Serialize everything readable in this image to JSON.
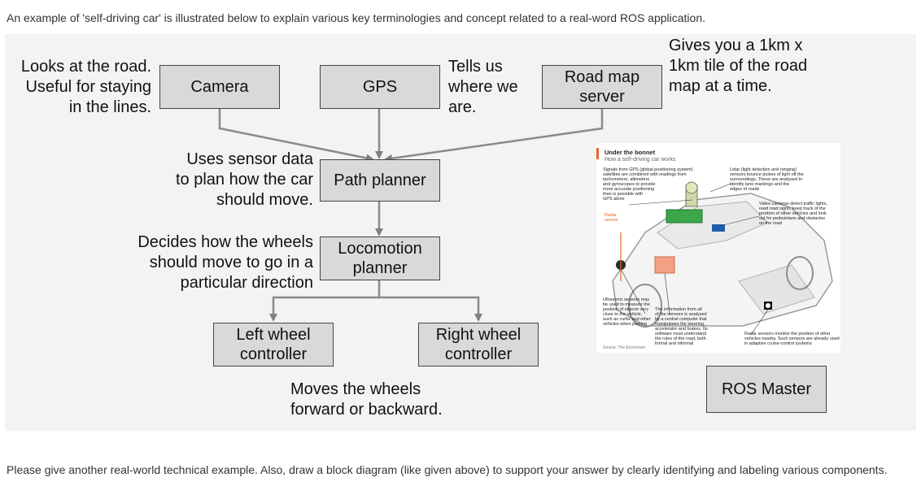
{
  "intro_text": "An example of 'self-driving car' is illustrated below to explain various key terminologies and concept related to a real-word ROS application.",
  "outro_text": "Please give another real-world technical example. Also, draw a block diagram (like given above) to support your answer by clearly identifying and labeling various components.",
  "blocks": {
    "camera": "Camera",
    "gps": "GPS",
    "road_map_line1": "Road map",
    "road_map_line2": "server",
    "path_planner": "Path planner",
    "locomotion_line1": "Locomotion",
    "locomotion_line2": "planner",
    "left_line1": "Left wheel",
    "left_line2": "controller",
    "right_line1": "Right wheel",
    "right_line2": "controller",
    "ros_master": "ROS Master"
  },
  "notes": {
    "camera": [
      "Looks at the road.",
      "Useful for staying",
      "in the lines."
    ],
    "gps": [
      "Tells us",
      "where we",
      "are."
    ],
    "road_map": [
      "Gives you a 1km x",
      "1km tile of the road",
      "map at a time."
    ],
    "path_planner": [
      "Uses sensor data",
      "to plan how the car",
      "should move."
    ],
    "locomotion": [
      "Decides how the wheels",
      "should move to go in a",
      "particular direction"
    ],
    "wheels": [
      "Moves the wheels",
      "forward or backward."
    ]
  },
  "illustration": {
    "title": "Under the bonnet",
    "subtitle": "How a self-driving car works",
    "gps_note": [
      "Signals from GPS (global positioning system)",
      "satellites are combined with readings from",
      "tachometers, altimeters",
      "and gyroscopes to provide",
      "more accurate positioning",
      "than is possible with",
      "GPS alone"
    ],
    "lidar_note": [
      "Lidar (light detection and ranging)",
      "sensors bounce pulses of light off the",
      "surroundings. These are analysed to",
      "identify lane markings and the",
      "edges of roads"
    ],
    "video_note": [
      "Video cameras detect traffic lights,",
      "read road signs, keep track of the",
      "position of other vehicles and look",
      "out for pedestrians and obstacles",
      "on the road"
    ],
    "radar_label": [
      "Radar",
      "sensor"
    ],
    "ultrasonic_note": [
      "Ultrasonic sensors may",
      "be used to measure the",
      "position of objects very",
      "close to the vehicle,",
      "such as curbs and other",
      "vehicles when parking"
    ],
    "computer_note": [
      "The information from all",
      "of the sensors is analysed",
      "by a central computer that",
      "manipulates the steering,",
      "accelerator and brakes. Its",
      "software must understand",
      "the rules of the road, both",
      "formal and informal"
    ],
    "radar_note": [
      "Radar sensors monitor the position of other",
      "vehicles nearby. Such sensors are already used",
      "in adaptive cruise-control systems"
    ],
    "source": "Source: The Economist"
  },
  "colors": {
    "box_fill": "#d9d9d9",
    "panel_bg": "#f3f3f3",
    "arrow": "#808080",
    "accent_orange": "#e8672a",
    "accent_green": "#3aa84a"
  }
}
